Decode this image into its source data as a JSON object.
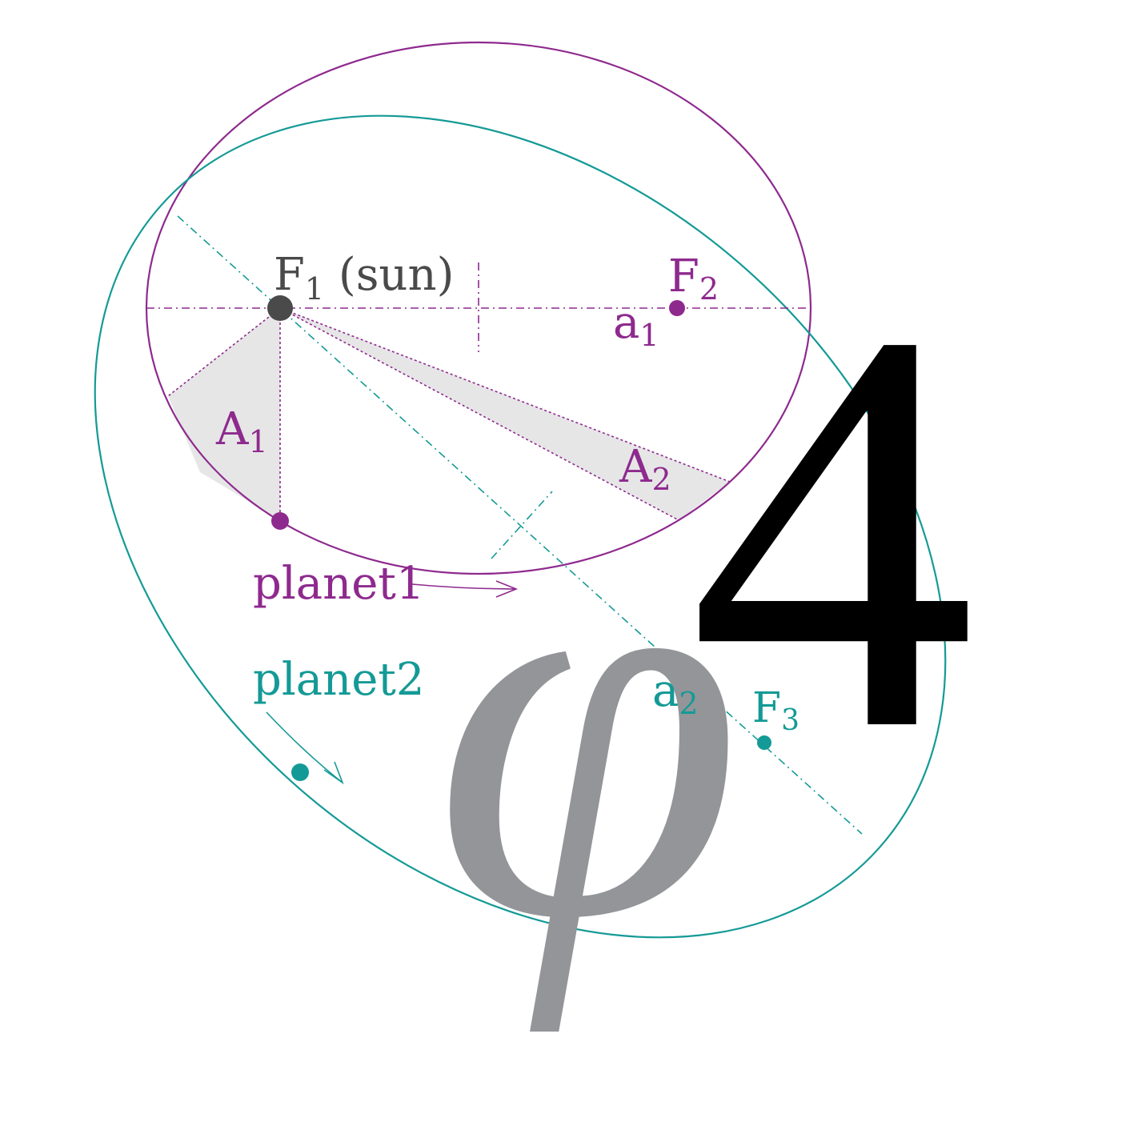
{
  "colors": {
    "orbit1": "#8e2a8e",
    "orbit2": "#149a96",
    "sun": "#4a4a4a",
    "area_fill": "#e6e6e7",
    "phi": "#949598",
    "four": "#000000"
  },
  "labels": {
    "sun_label": "F",
    "sun_sub": "1",
    "sun_suffix": " (sun)",
    "f2": "F",
    "f2_sub": "2",
    "f3": "F",
    "f3_sub": "3",
    "a1": "a",
    "a1_sub": "1",
    "a2": "a",
    "a2_sub": "2",
    "area1": "A",
    "area1_sub": "1",
    "area2": "A",
    "area2_sub": "2",
    "planet1": "planet1",
    "planet2": "planet2"
  },
  "logo": {
    "glyph_phi": "φ",
    "glyph_four": "4"
  }
}
